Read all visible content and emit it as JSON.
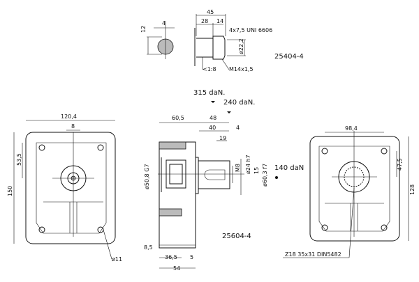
{
  "shaft_detail": {
    "key_height": "12",
    "key_width": "4",
    "total_length": "45",
    "taper_length": "28",
    "thread_length": "14",
    "key_spec": "4x7,5 UNI 6606",
    "diameter": "ø22,2",
    "taper": "<1:8",
    "thread": "M14x1,5",
    "code": "25404-4"
  },
  "loads": {
    "radial_1": "315 daN.",
    "radial_2": "240 daN.",
    "axial": "140 daN"
  },
  "front_view": {
    "width": "120,4",
    "hole_offset": "8",
    "half_height": "53,5",
    "height": "150",
    "hole_diameter": "ø11"
  },
  "side_view": {
    "body_length": "60,5",
    "shaft_total": "48",
    "shaft_length": "40",
    "shoulder": "4",
    "key_length": "19",
    "pilot_diameter": "ø50,8 G7",
    "thread": "M8",
    "shaft_diameter": "ø24 h7",
    "key_width": "15",
    "flange_diameter": "ø60,3 f7",
    "offset": "8,5",
    "depth": "36,5",
    "flange_thickness": "5",
    "overall": "54",
    "code": "25604-4"
  },
  "rear_view": {
    "width": "98,4",
    "half_height": "47,5",
    "height": "128",
    "spline": "Z18  35x31  DIN5482"
  }
}
